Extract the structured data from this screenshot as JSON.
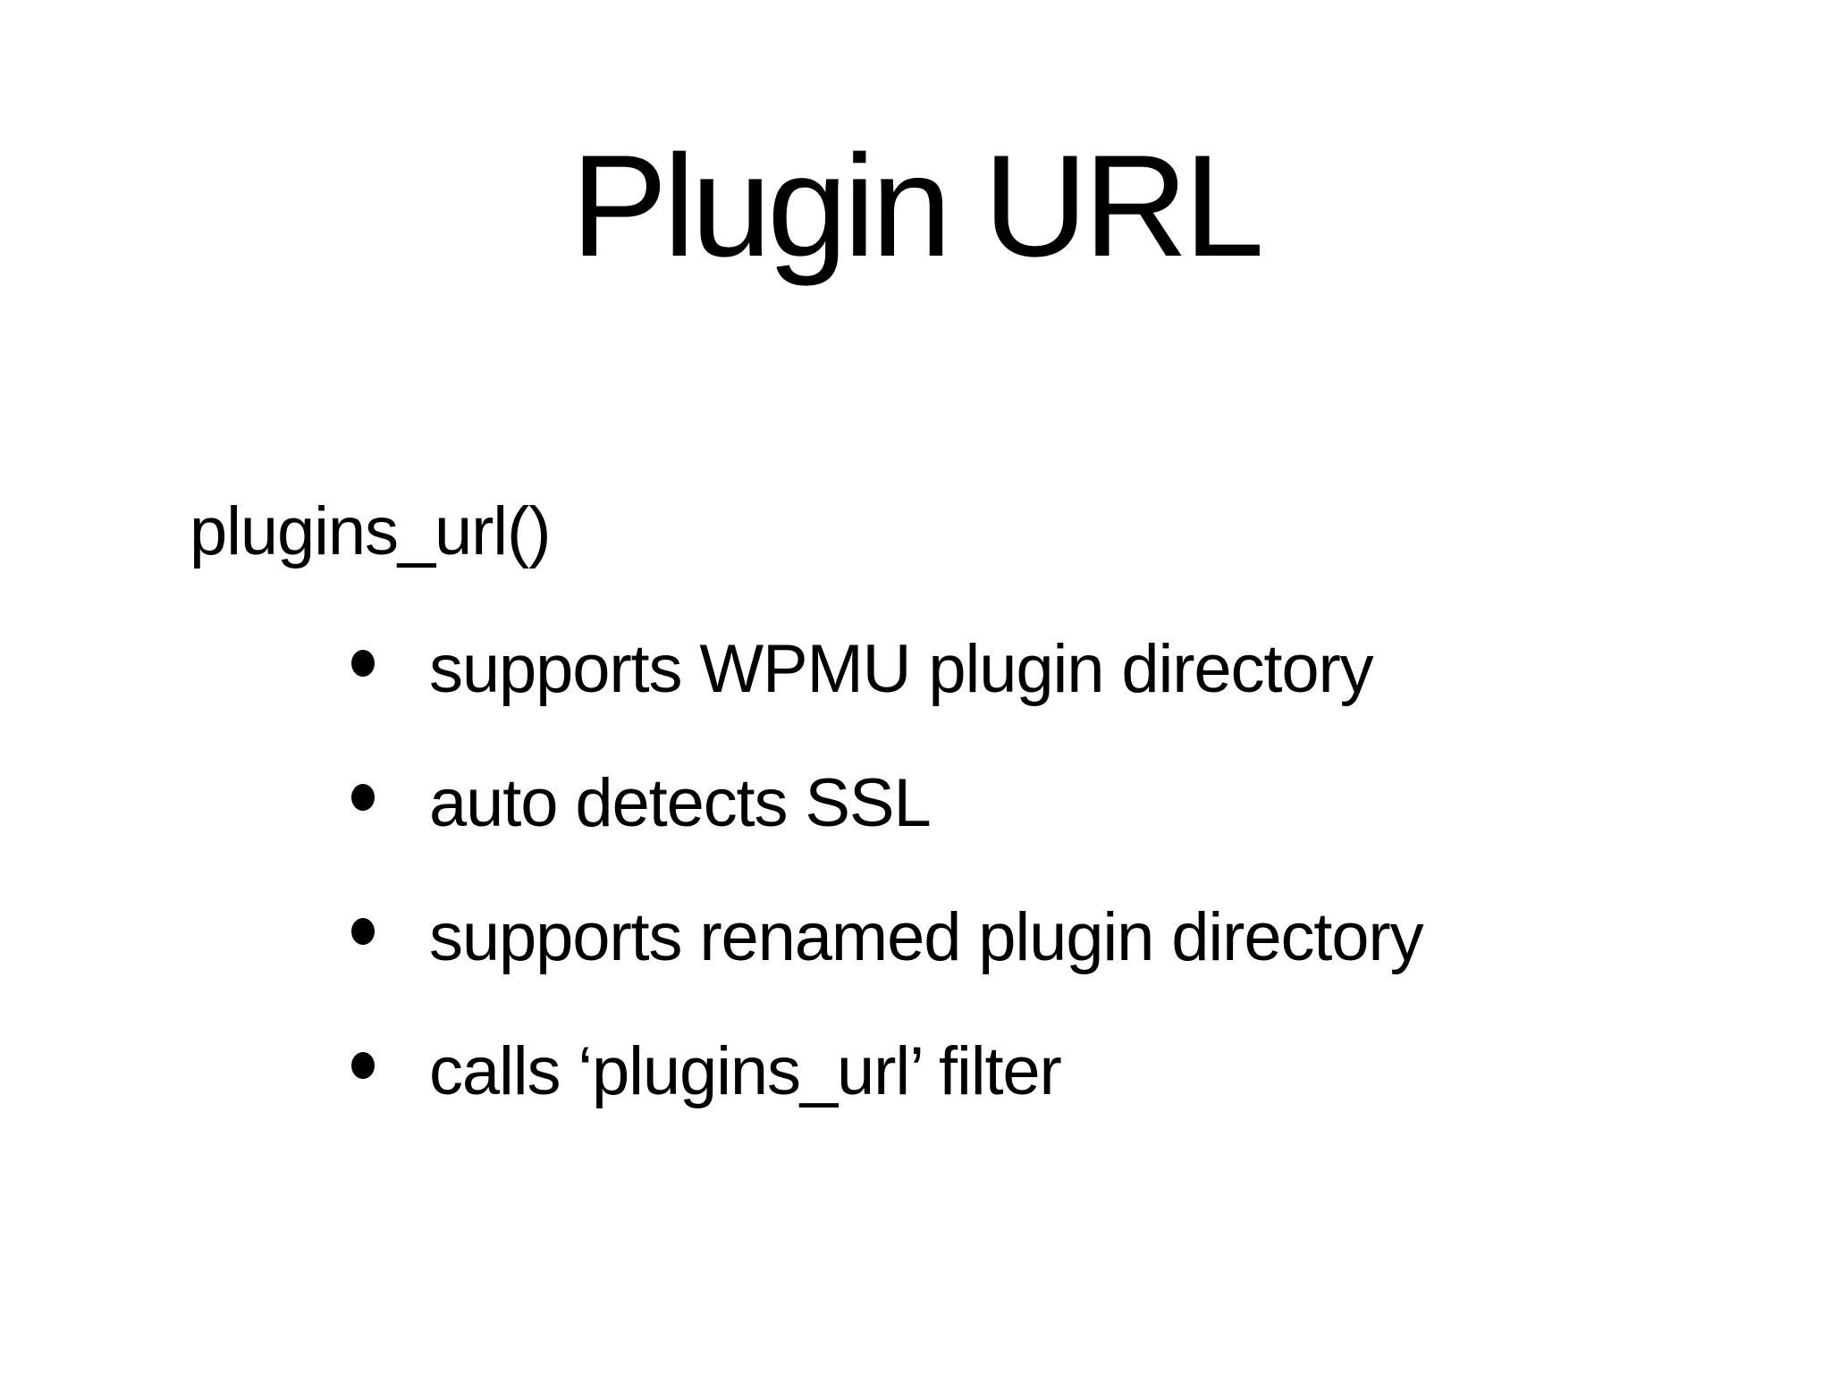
{
  "slide": {
    "title": "Plugin URL",
    "function_label": "plugins_url()",
    "bullets": [
      "supports WPMU plugin directory",
      "auto detects SSL",
      "supports renamed plugin directory",
      "calls ‘plugins_url’ filter"
    ],
    "colors": {
      "background": "#ffffff",
      "text": "#000000"
    }
  }
}
